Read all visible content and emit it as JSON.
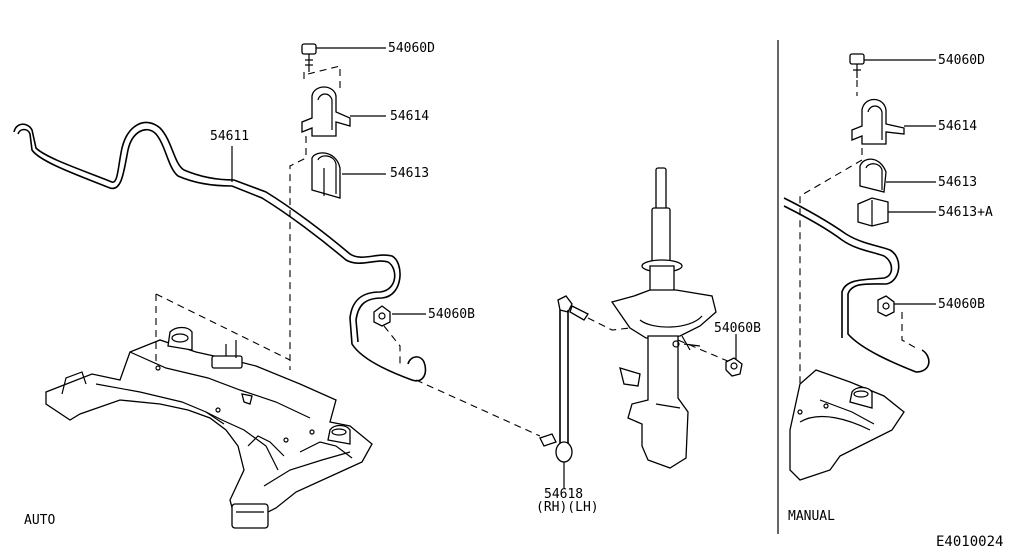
{
  "labels": {
    "bolt_auto": "54060D",
    "clamp_auto": "54614",
    "bar": "54611",
    "bushing_auto": "54613",
    "nut_auto": "54060B",
    "nut_strut": "54060B",
    "link": "54618",
    "link_side": "(RH)(LH)",
    "bolt_manual": "54060D",
    "clamp_manual": "54614",
    "bushing_manual": "54613",
    "bushing_manual_a": "54613+A",
    "nut_manual": "54060B",
    "variant_auto": "AUTO",
    "variant_manual": "MANUAL",
    "figure_code": "E4010024"
  }
}
